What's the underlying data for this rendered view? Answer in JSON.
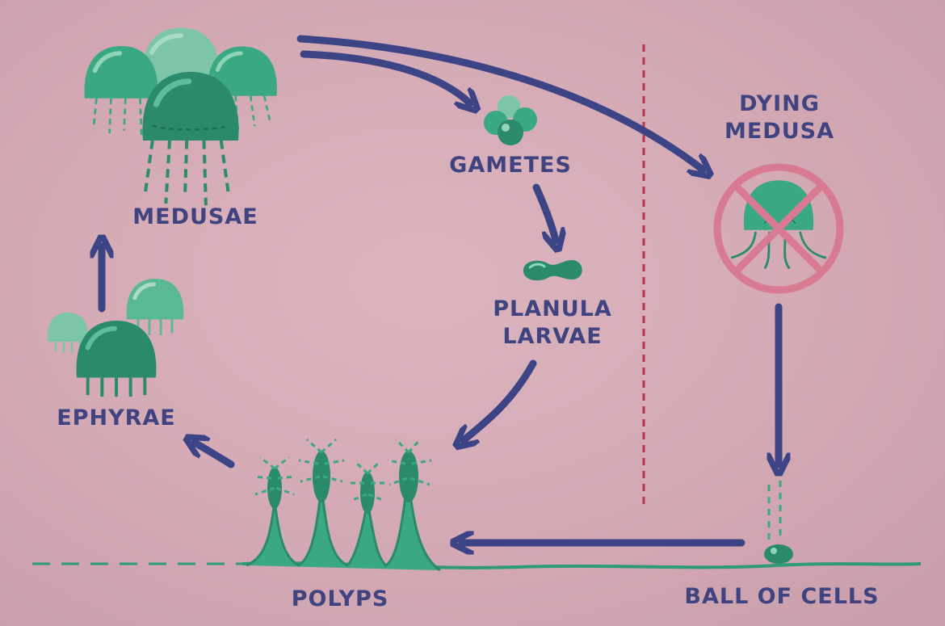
{
  "labels": {
    "medusae": "MEDUSAE",
    "gametes": "GAMETES",
    "planula_line1": "PLANULA",
    "planula_line2": "LARVAE",
    "dying_line1": "DYING",
    "dying_line2": "MEDUSA",
    "ephyrae": "EPHYRAE",
    "polyps": "POLYPS",
    "ball_of_cells": "BALL OF CELLS"
  },
  "colors": {
    "background": "#d4aab4",
    "label_text": "#3f4380",
    "arrow": "#3c4486",
    "jellyfish": "#3aa883",
    "jellyfish_dark": "#247c62",
    "jellyfish_faded": "#7cc5a7",
    "divider": "#c0304e",
    "prohibition": "#d77a92"
  },
  "icons": [
    "medusae-cluster-icon",
    "gametes-icon",
    "planula-larva-icon",
    "dying-medusa-icon",
    "ephyrae-icon",
    "polyps-icon",
    "ball-of-cells-icon"
  ]
}
